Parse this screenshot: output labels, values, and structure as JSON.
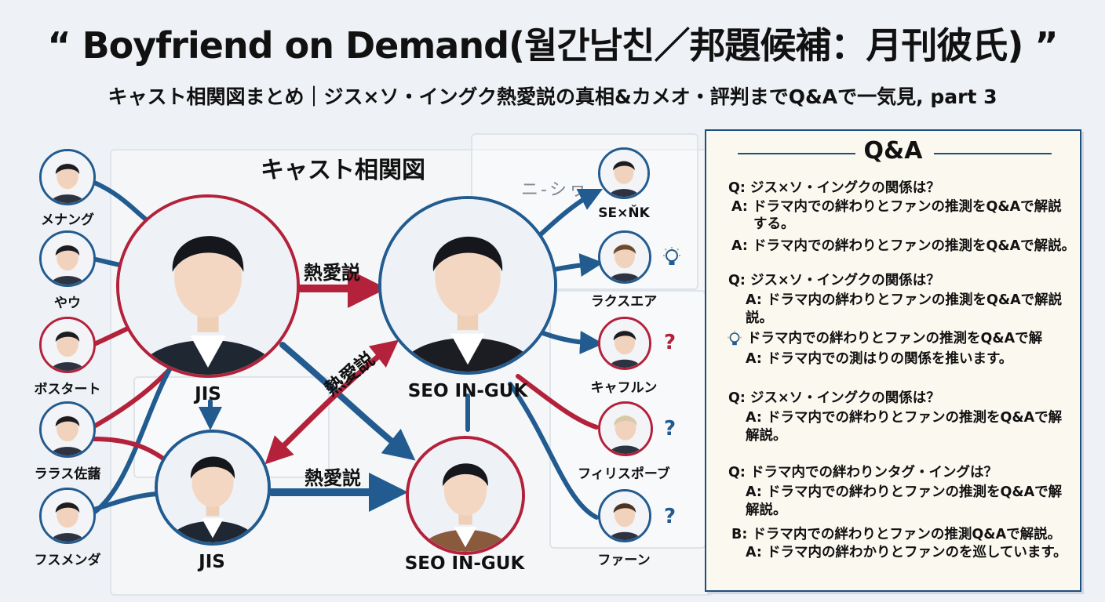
{
  "header": {
    "title": "“ Boyfriend on Demand(월간남친／邦題候補：月刊彼氏) ”",
    "subtitle": "キャスト相関図まとめ｜ジス×ソ・イングク熱愛説の真相&カメオ・評判までQ&Aで一気見, part 3"
  },
  "diagram": {
    "section_label": "キャスト相関図",
    "bg_sign": "ニ-シヮ",
    "left_cast": [
      "メナング",
      "やウ",
      "ボスタート",
      "ララス佐藷",
      "フスメンダ"
    ],
    "center_cast": [
      "JIS",
      "SEO IN-GUK",
      "JIS",
      "SEO IN-GUK"
    ],
    "right_cast": [
      "SE×ŇK",
      "ラクスエア",
      "キャフルン",
      "フィリスポーブ",
      "ファーン"
    ],
    "edge_label": "熱愛説",
    "question_mark": "?",
    "colors": {
      "blue": "#225b8f",
      "red": "#b3213a"
    }
  },
  "qa": {
    "title": "Q&A",
    "lines": [
      "Q: ジス×ソ・イングクの関係は？",
      "A: ドラマ内での絆わりとファンの推測をQ&Aで解説",
      "する。",
      "A: ドラマ内での絆わりとファンの推測をQ&Aで解説。",
      "Q: ジス×ソ・イングクの関係は？",
      "A: ドラマ内の絆わりとファンの推測をQ&Aで解説",
      "説。",
      "ドラマ内での絆わりとファンの推測をQ&Aで解",
      "A: ドラマ内での測はりの関係を推います。",
      "Q: ジス×ソ・イングクの関係は？",
      "A: ドラマ内での絆わりとファンの推測をQ&Aで解",
      "解説。",
      "Q: ドラマ内での絆わりンタグ・イングは？",
      "A: ドラマ内での絆わりとファンの推測をQ&Aで解",
      "解説。",
      "B: ドラマ内での絆わりとファンの推測Q&Aで解説。",
      "A: ドラマ内の絆わかりとファンのを巡しています。"
    ]
  }
}
